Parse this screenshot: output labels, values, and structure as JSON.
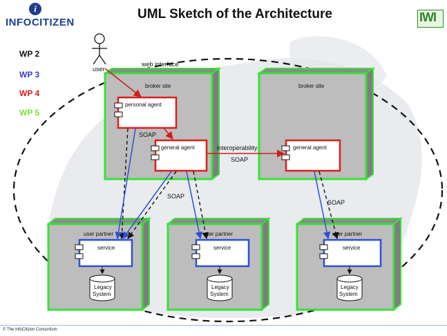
{
  "header": {
    "logo_text": "INFOCITIZEN",
    "logo_mark": "i",
    "title": "UML Sketch of the Architecture",
    "right_logo_text": "IWI"
  },
  "legend": [
    {
      "label": "WP 2",
      "color": "#111111"
    },
    {
      "label": "WP 3",
      "color": "#3a3acc"
    },
    {
      "label": "WP 4",
      "color": "#e01b1b"
    },
    {
      "label": "WP 5",
      "color": "#7fe33a"
    }
  ],
  "diagram": {
    "actor_label": "user",
    "web_interface_label": "web interface",
    "broker_label": "broker site",
    "personal_agent_label": "personal agent",
    "general_agent_label": "general agent",
    "user_partner_label": "user partner",
    "service_label": "service",
    "legacy_label_1": "Legacy",
    "legacy_label_2": "System",
    "soap_label": "SOAP",
    "interoperability_label": "interoperability"
  },
  "footer": {
    "text": "© The InfoCitizen Consortium"
  }
}
